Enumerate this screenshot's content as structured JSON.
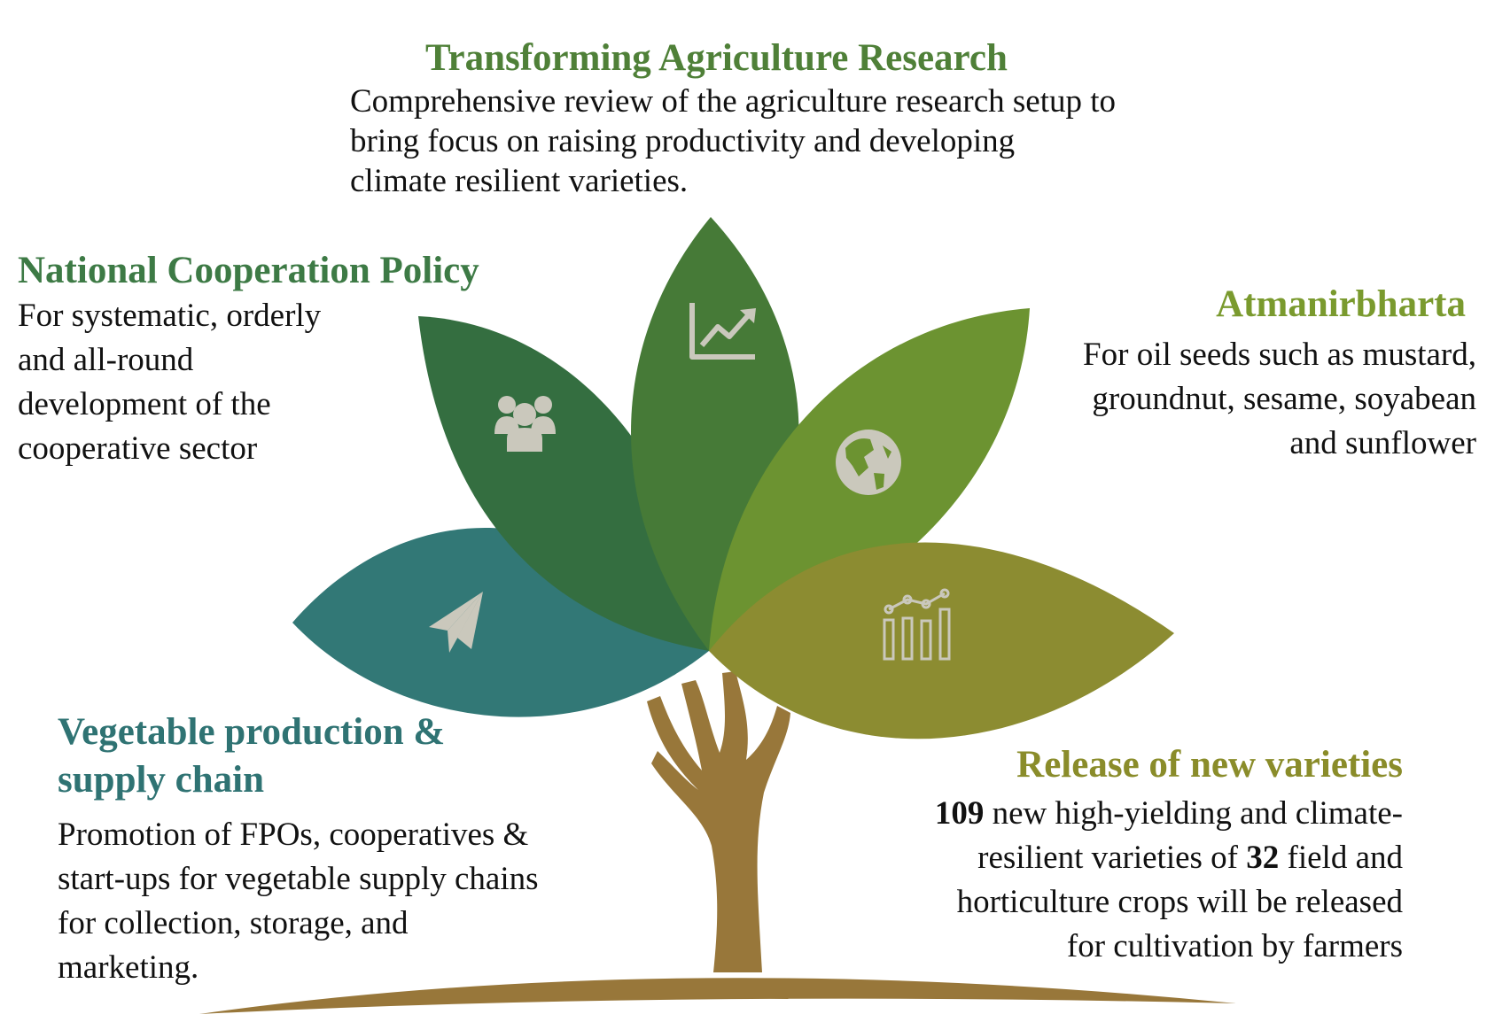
{
  "colors": {
    "petal_teal": "#327876",
    "petal_dark_green": "#346e40",
    "petal_green": "#467a37",
    "petal_light_green": "#6c9331",
    "petal_olive": "#8c8c31",
    "trunk_brown": "#98773a",
    "icon_fill": "#cac8bc"
  },
  "icons": {
    "teal": "paper-plane-icon",
    "dark_green": "group-of-people-icon",
    "green": "trending-up-chart-icon",
    "light_green": "globe-icon",
    "olive": "bar-chart-with-line-icon"
  },
  "sections": {
    "transforming": {
      "title": "Transforming Agriculture Research",
      "lines": [
        "Comprehensive review of the agriculture research setup to",
        "bring focus on raising productivity and developing",
        "climate resilient varieties."
      ]
    },
    "cooperation": {
      "title": "National Cooperation Policy",
      "lines": [
        "For systematic, orderly",
        "and all-round",
        "development of the",
        "cooperative sector"
      ]
    },
    "atmanirbharta": {
      "title": "Atmanirbharta",
      "lines": [
        "For oil seeds such as mustard,",
        "groundnut, sesame, soyabean",
        "and sunflower"
      ]
    },
    "vegetable": {
      "title_line1": "Vegetable production &",
      "title_line2": "supply chain",
      "lines": [
        "Promotion of FPOs, cooperatives &",
        "start-ups for vegetable supply chains",
        "for collection, storage, and",
        "marketing."
      ]
    },
    "release": {
      "title": "Release of new varieties",
      "num_varieties": "109",
      "line1_rest": " new high-yielding and climate-",
      "line2_pre": "resilient varieties of ",
      "num_crops": "32",
      "line2_rest": " field and",
      "line3": "horticulture crops will be released",
      "line4": "for cultivation by farmers"
    }
  }
}
